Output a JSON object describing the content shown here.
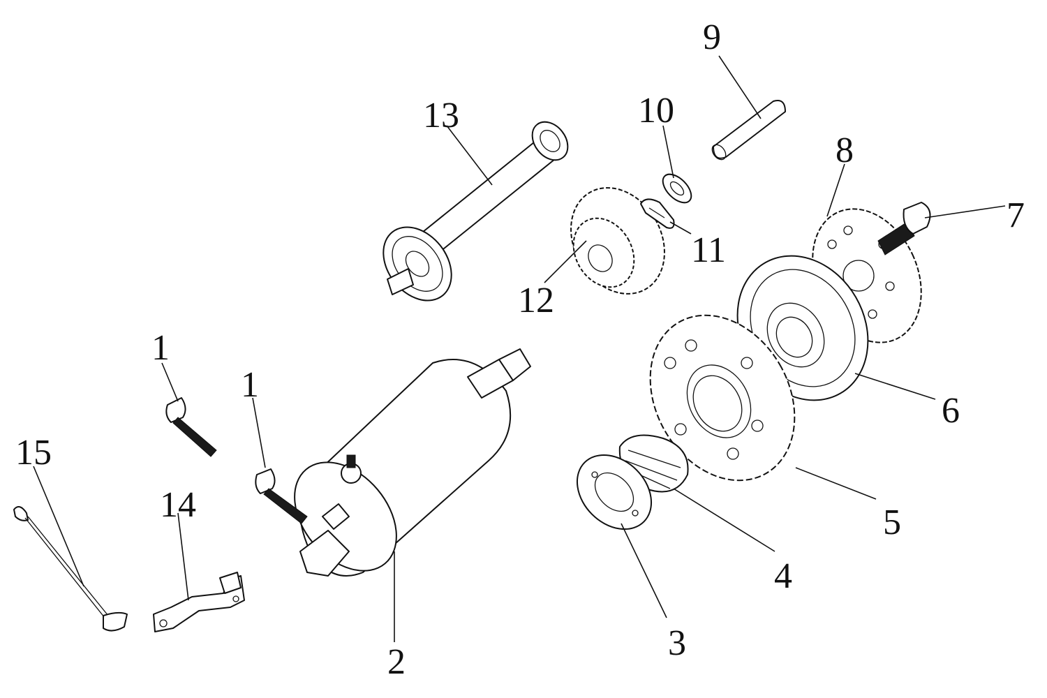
{
  "labels": {
    "p1a": "1",
    "p1b": "1",
    "p2": "2",
    "p3": "3",
    "p4": "4",
    "p5": "5",
    "p6": "6",
    "p7": "7",
    "p8": "8",
    "p9": "9",
    "p10": "10",
    "p11": "11",
    "p12": "12",
    "p13": "13",
    "p14": "14",
    "p15": "15"
  }
}
